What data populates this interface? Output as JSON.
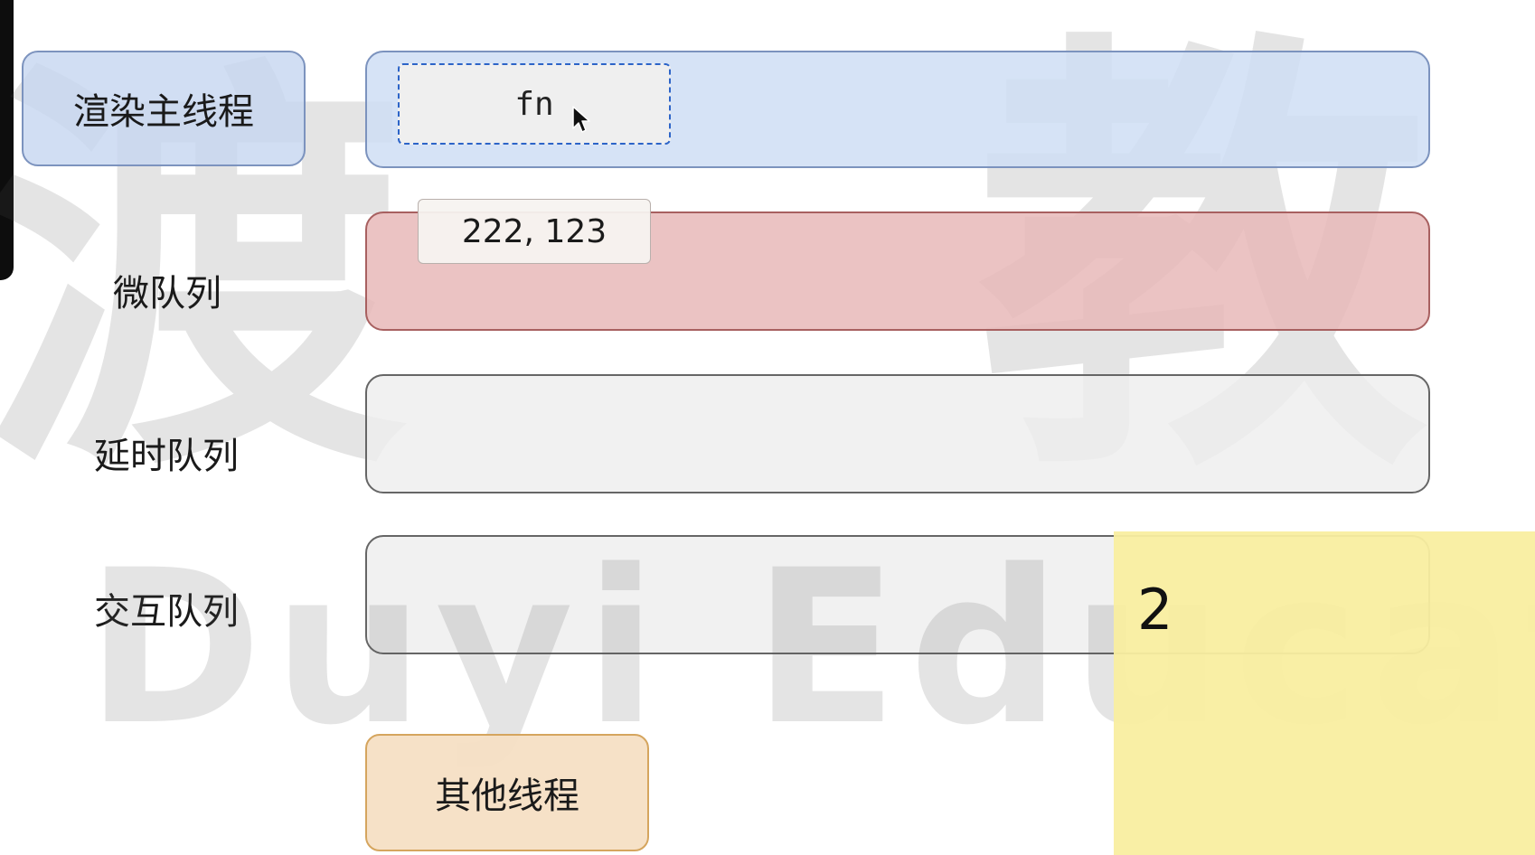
{
  "rows": {
    "main_thread_label": "渲染主线程",
    "micro_queue_label": "微队列",
    "delay_queue_label": "延时队列",
    "interaction_queue_label": "交互队列"
  },
  "main_thread": {
    "task_label": "fn"
  },
  "tooltip": {
    "text": "222, 123"
  },
  "other_thread": {
    "label": "其他线程"
  },
  "sticky_note": {
    "value": "2"
  },
  "watermark": {
    "chars_left": "渡",
    "chars_right": "教",
    "text": "Duyi Education"
  },
  "colors": {
    "main_lane_fill": "#cfdef5",
    "main_lane_border": "#7c93be",
    "micro_lane_fill": "#e7b9b8",
    "micro_lane_border": "#a86060",
    "queue_lane_fill": "#eeeeee",
    "other_thread_fill": "#f5dfc4",
    "other_thread_border": "#d5a55e",
    "sticky_note_fill": "#f9eea0",
    "task_border": "#2c64c8"
  },
  "icons": {
    "cursor": "mouse-pointer-icon"
  }
}
